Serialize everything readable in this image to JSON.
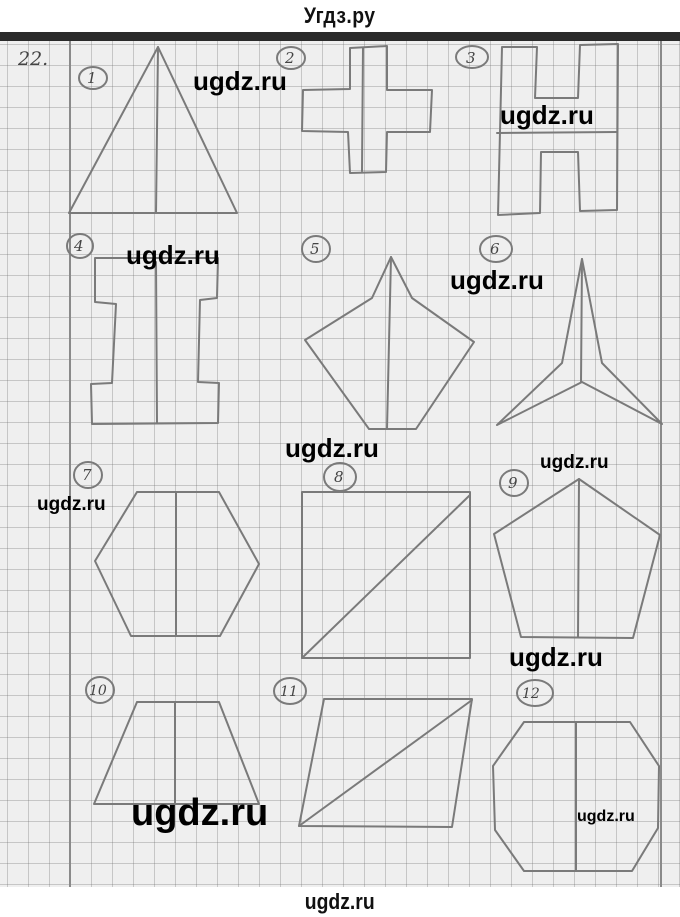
{
  "header": {
    "site_title": "Угдз.ру"
  },
  "exercise": {
    "number": "22."
  },
  "figures": [
    {
      "label": "1",
      "shape": "isosceles triangle with vertical axis of symmetry"
    },
    {
      "label": "2",
      "shape": "cross shape with vertical axis of symmetry"
    },
    {
      "label": "3",
      "shape": "H-like shape with horizontal axis of symmetry"
    },
    {
      "label": "4",
      "shape": "I-beam shape with vertical axis of symmetry"
    },
    {
      "label": "5",
      "shape": "pentagon with notch top and vertical axis"
    },
    {
      "label": "6",
      "shape": "three-pointed star with vertical axis"
    },
    {
      "label": "7",
      "shape": "hexagon with vertical axis"
    },
    {
      "label": "8",
      "shape": "square with diagonal axis"
    },
    {
      "label": "9",
      "shape": "pentagon with vertical axis"
    },
    {
      "label": "10",
      "shape": "trapezoid with vertical axis"
    },
    {
      "label": "11",
      "shape": "parallelogram with diagonal"
    },
    {
      "label": "12",
      "shape": "octagon with vertical axis"
    }
  ],
  "watermarks": [
    {
      "text": "ugdz.ru"
    },
    {
      "text": "ugdz.ru"
    },
    {
      "text": "ugdz.ru"
    },
    {
      "text": "ugdz.ru"
    },
    {
      "text": "ugdz.ru"
    },
    {
      "text": "ugdz.ru"
    },
    {
      "text": "ugdz.ru"
    },
    {
      "text": "ugdz.ru"
    },
    {
      "text": "ugdz.ru"
    },
    {
      "text": "ugdz.ru"
    }
  ],
  "footer": {
    "watermark": "ugdz.ru"
  },
  "colors": {
    "pencil": "#7a7a7a",
    "grid": "#b5b5b5",
    "paper": "#efefef",
    "watermark": "#000000"
  }
}
